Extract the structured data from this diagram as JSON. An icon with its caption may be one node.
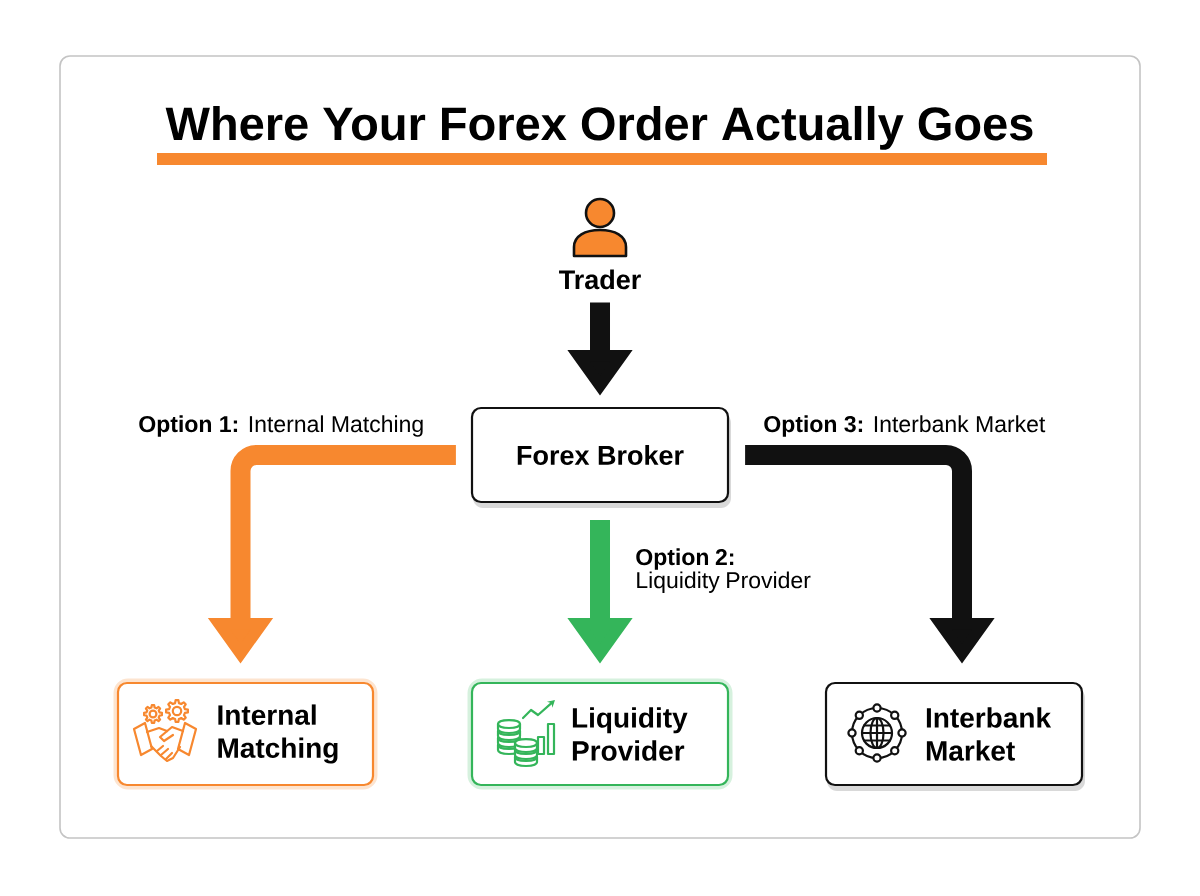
{
  "diagram": {
    "title": "Where Your Forex Order Actually Goes",
    "nodes": [
      {
        "text": [
          "Trader"
        ]
      },
      {
        "text": [
          "Forex Broker"
        ]
      },
      {
        "text": [
          "Internal Matching"
        ]
      },
      {
        "text": [
          "Liquidity Provider"
        ]
      },
      {
        "text": [
          "Interbank Market"
        ]
      }
    ],
    "edges": [
      {
        "from": 0,
        "to": 1,
        "arrow": "to"
      },
      {
        "from": 1,
        "to": 2,
        "arrow": "to",
        "label": "**Option 1:** Internal Matching",
        "color": "#f7882f"
      },
      {
        "from": 1,
        "to": 3,
        "arrow": "to",
        "label": "**Option 2:** Liquidity Provider",
        "color": "#34b55a"
      },
      {
        "from": 1,
        "to": 4,
        "arrow": "to",
        "label": "**Option 3:** Interbank Market"
      }
    ]
  }
}
